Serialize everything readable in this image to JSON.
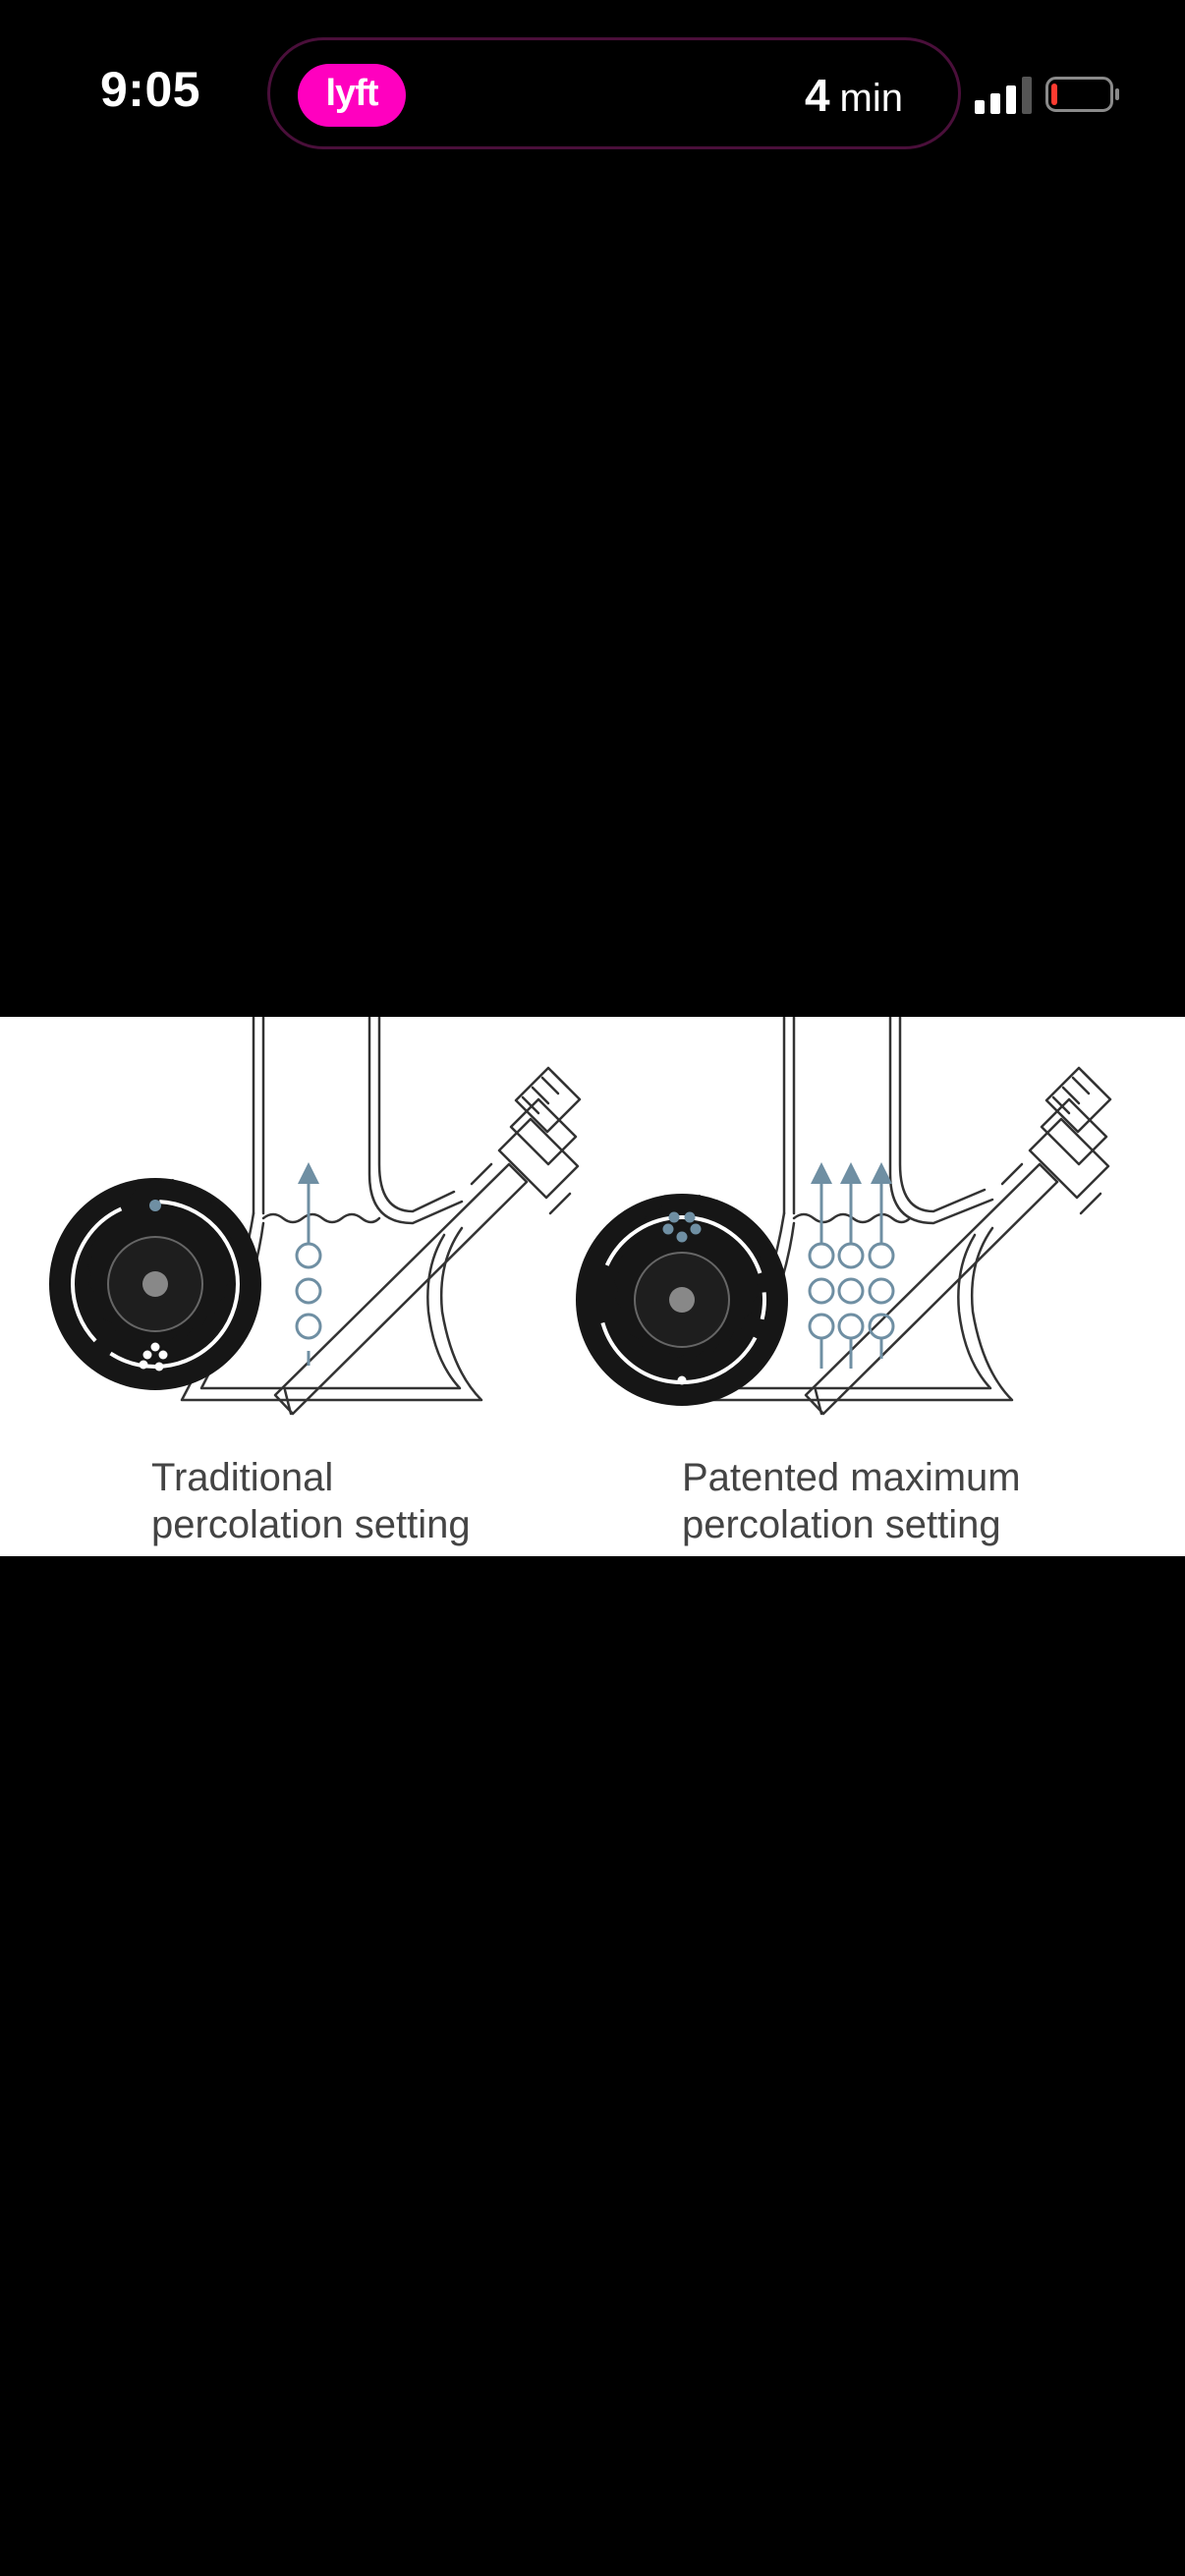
{
  "status_bar": {
    "time": "9:05",
    "live_activity": {
      "app_badge": "lyft",
      "eta_number": "4",
      "eta_unit": "min",
      "brand_color": "#ff00bf"
    },
    "battery_level_fraction": 0.1
  },
  "image": {
    "left_caption": "Traditional\npercolation setting",
    "right_caption": "Patented maximum\npercolation setting",
    "accent_color": "#6f8fa3"
  }
}
